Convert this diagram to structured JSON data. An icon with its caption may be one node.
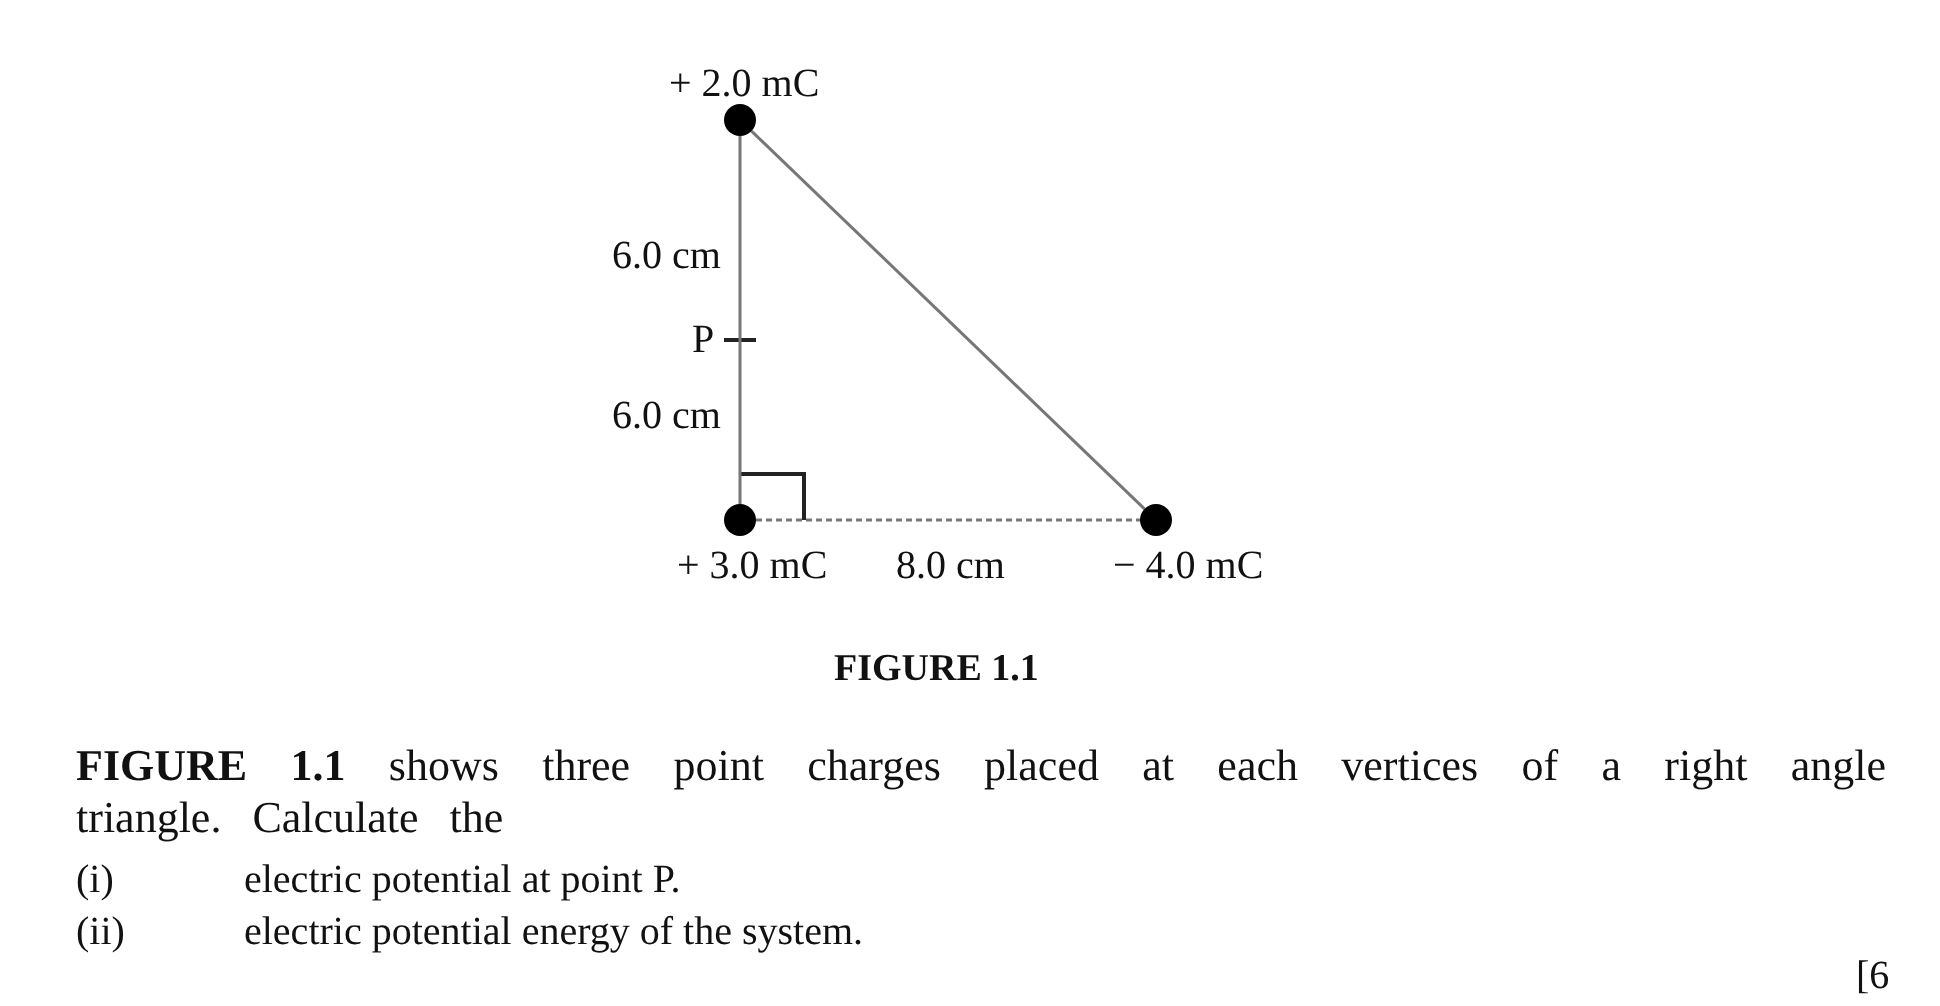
{
  "diagram": {
    "caption": "FIGURE 1.1",
    "nodes": [
      {
        "text": [],
        "shape": "circle",
        "beside": [
          "+ 2.0 mC"
        ]
      },
      {
        "text": [],
        "shape": "circle",
        "beside": [
          "+ 3.0 mC"
        ]
      },
      {
        "text": [],
        "shape": "circle",
        "beside": [
          "− 4.0 mC"
        ]
      }
    ],
    "edges": [
      {
        "from": 0,
        "to": 1,
        "arrow": "none"
      },
      {
        "from": 1,
        "to": 2,
        "arrow": "none",
        "style": "dashed"
      },
      {
        "from": 0,
        "to": 2,
        "arrow": "none"
      }
    ],
    "labels": [
      "6.0 cm",
      "P",
      "6.0 cm",
      "8.0 cm",
      "**FIGURE 1.1** shows three point charges placed at each vertices of a right angle triangle. Calculate the",
      "(i)",
      "electric potential at point P.",
      "(ii)",
      "electric potential energy of the system.",
      "[6"
    ]
  }
}
